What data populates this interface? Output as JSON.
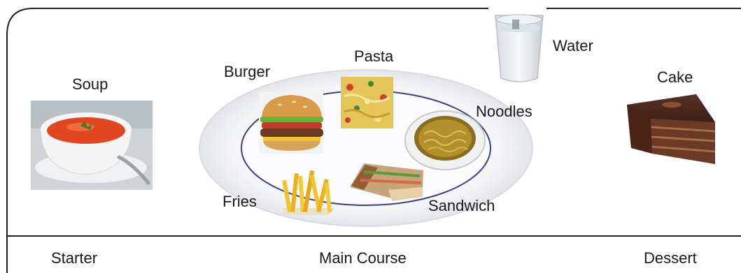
{
  "items": {
    "soup": "Soup",
    "burger": "Burger",
    "pasta": "Pasta",
    "water": "Water",
    "noodles": "Noodles",
    "cake": "Cake",
    "fries": "Fries",
    "sandwich": "Sandwich"
  },
  "sections": {
    "starter": "Starter",
    "main": "Main Course",
    "dessert": "Dessert"
  }
}
